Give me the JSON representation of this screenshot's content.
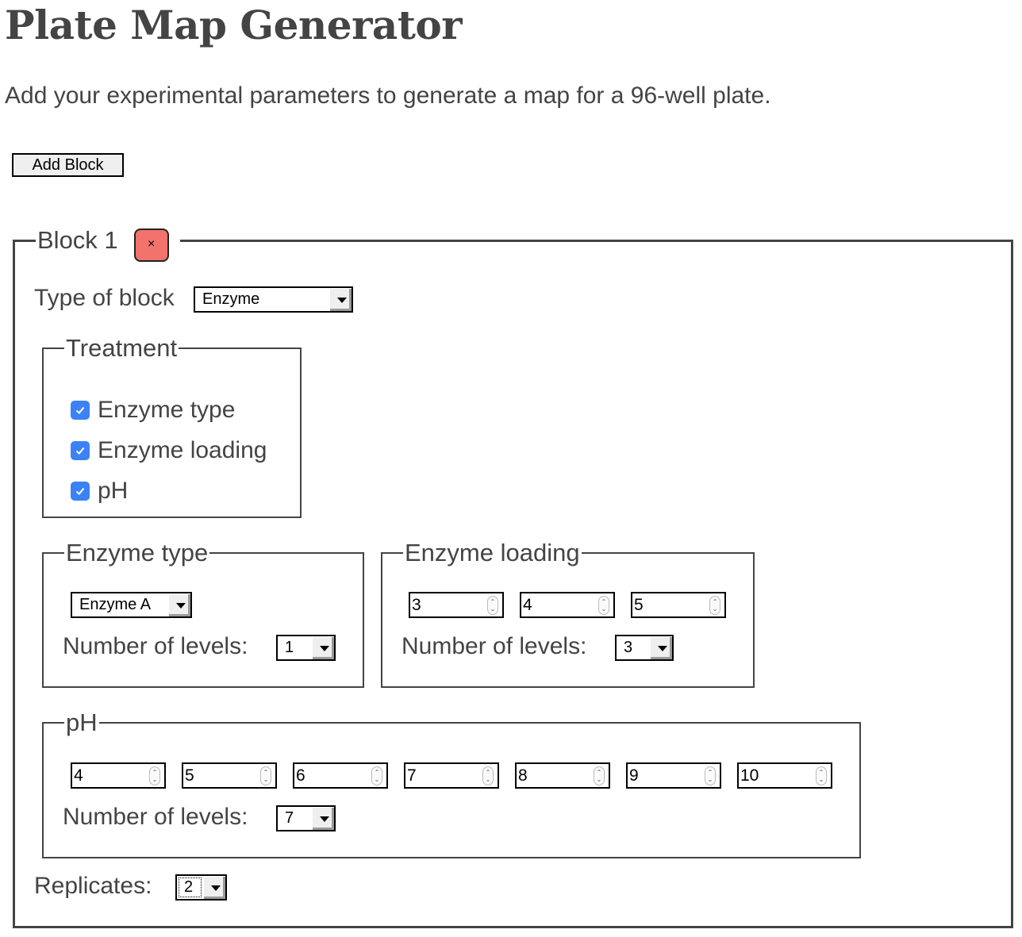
{
  "page": {
    "title": "Plate Map Generator",
    "subtitle": "Add your experimental parameters to generate a map for a 96-well plate.",
    "add_block_label": "Add Block"
  },
  "block": {
    "legend": "Block 1",
    "close_label": "×",
    "close_color": "#f2736b",
    "type_label": "Type of block",
    "type_value": "Enzyme",
    "treatment": {
      "legend": "Treatment",
      "options": [
        {
          "label": "Enzyme type",
          "checked": true
        },
        {
          "label": "Enzyme loading",
          "checked": true
        },
        {
          "label": "pH",
          "checked": true
        }
      ]
    },
    "enzyme_type": {
      "legend": "Enzyme type",
      "values": [
        "Enzyme A"
      ],
      "levels_label": "Number of levels:",
      "levels_value": "1"
    },
    "enzyme_loading": {
      "legend": "Enzyme loading",
      "values": [
        "3",
        "4",
        "5"
      ],
      "levels_label": "Number of levels:",
      "levels_value": "3"
    },
    "ph": {
      "legend": "pH",
      "values": [
        "4",
        "5",
        "6",
        "7",
        "8",
        "9",
        "10"
      ],
      "levels_label": "Number of levels:",
      "levels_value": "7"
    },
    "replicates_label": "Replicates:",
    "replicates_value": "2"
  },
  "icons": {
    "checkbox": "check-icon",
    "dropdown": "chevron-down-icon",
    "spinner": "spinner-arrows-icon",
    "close": "close-icon"
  },
  "colors": {
    "text": "#444444",
    "border": "#444444",
    "checkbox": "#3b82f6",
    "close_button": "#f2736b"
  }
}
